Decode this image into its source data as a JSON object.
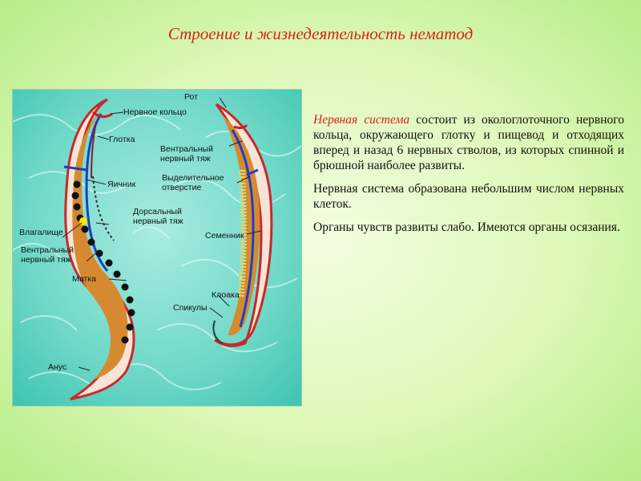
{
  "slide": {
    "title": "Строение и жизнедеятельность нематод"
  },
  "figure": {
    "labels": {
      "mouth": "Рот",
      "nerve_ring": "Нервное кольцо",
      "pharynx": "Глотка",
      "ventral_cord_male": "Вентральный\nнервный тяж",
      "excretory_pore": "Выделительное\nотверстие",
      "ovary": "Яичник",
      "dorsal_cord": "Дорсальный\nнервный тяж",
      "vagina": "Влагалище",
      "ventral_cord_female": "Вентральный\nнервный тяж",
      "testis": "Семенник",
      "uterus": "Матка",
      "cloaca": "Клоака",
      "spicules": "Спикулы",
      "anus": "Анус"
    }
  },
  "text": {
    "p1_lead": "Нервная система",
    "p1_rest": " состоит из окологлоточного нервного кольца, окружающего глотку и пищевод и отходящих вперед и назад 6 нервных стволов, из которых спинной и брюшной наиболее развиты.",
    "p2": "Нервная система образована небольшим числом нервных клеток.",
    "p3": "Органы чувств развиты слабо. Имеются органы осязания."
  },
  "colors": {
    "title": "#d8231c",
    "nerve_ring": "#d41a1a",
    "nerve_cord": "#1e3fbf",
    "intestine": "#d58a32",
    "egg": "#111111",
    "figure_bg": "#5fd4c2"
  }
}
